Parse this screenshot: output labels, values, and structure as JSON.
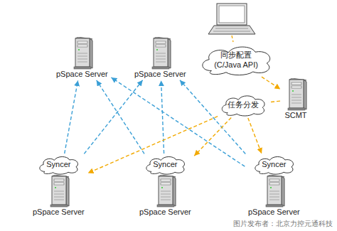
{
  "diagram": {
    "nodes": [
      {
        "text": [
          "pSpace Server"
        ]
      },
      {
        "text": [
          "pSpace Server"
        ]
      },
      {
        "text": [
          "同步配置 (C/Java API)"
        ]
      },
      {
        "text": [
          "SCMT"
        ]
      },
      {
        "text": [
          "任务分发"
        ]
      },
      {
        "text": [
          "Syncer",
          "pSpace Server"
        ]
      },
      {
        "text": [
          "Syncer",
          "pSpace Server"
        ]
      },
      {
        "text": [
          "Syncer",
          "pSpace Server"
        ]
      }
    ],
    "edges": [
      {
        "from": 5,
        "to": 0,
        "arrow": "to"
      },
      {
        "from": 5,
        "to": 1,
        "arrow": "to"
      },
      {
        "from": 6,
        "to": 0,
        "arrow": "to"
      },
      {
        "from": 6,
        "to": 1,
        "arrow": "to"
      },
      {
        "from": 7,
        "to": 0,
        "arrow": "to"
      },
      {
        "from": 7,
        "to": 1,
        "arrow": "to"
      },
      {
        "from": 2,
        "to": 3,
        "arrow": "to"
      },
      {
        "from": 3,
        "to": 4,
        "arrow": "none"
      },
      {
        "from": 4,
        "to": 5,
        "arrow": "to"
      },
      {
        "from": 4,
        "to": 6,
        "arrow": "to"
      },
      {
        "from": 4,
        "to": 7,
        "arrow": "to"
      }
    ],
    "labels": [
      "图片发布者：北京力控元通科技"
    ]
  }
}
